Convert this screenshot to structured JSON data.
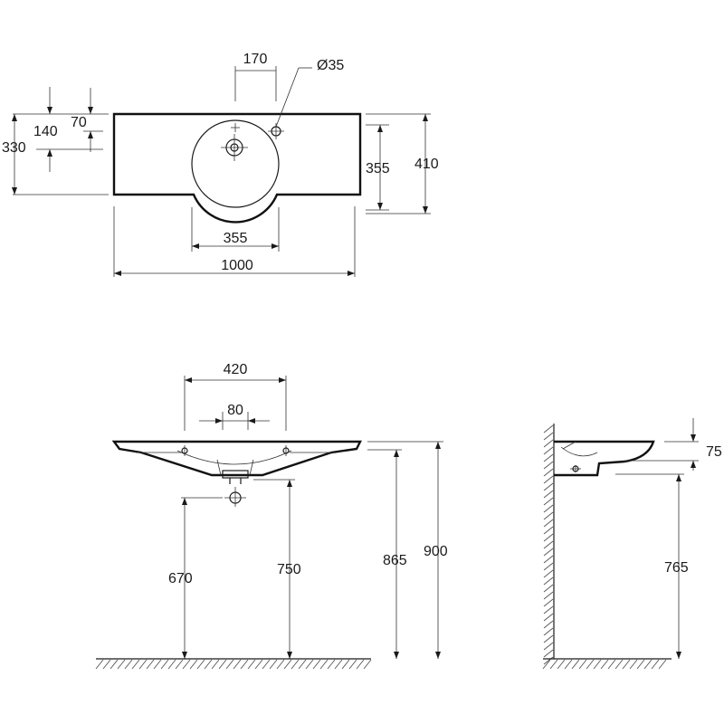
{
  "top_view": {
    "width": "1000",
    "depth_right": "410",
    "depth_inner": "355",
    "depth_left": "330",
    "bowl_width": "355",
    "tap_spacing": "170",
    "tap_hole_diameter": "Ø35",
    "offset_140": "140",
    "offset_70": "70"
  },
  "front_view": {
    "bowl_width": "420",
    "waste_width": "80",
    "waste_height": "670",
    "trap_height": "750",
    "bowl_rim_height": "865",
    "total_height": "900"
  },
  "side_view": {
    "rim_thickness": "75",
    "under_height": "765"
  }
}
